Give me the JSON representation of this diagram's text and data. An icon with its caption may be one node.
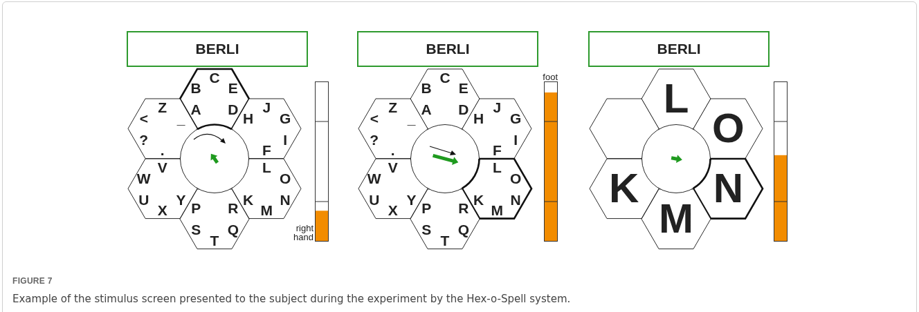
{
  "diagram": {
    "caption": "Example of the stimulus screen presented to the subject during the experiment by the Hex-o-Spell system.",
    "nodes": [
      {
        "text": [
          "BERLI"
        ]
      },
      {
        "text": [
          "A",
          "B",
          "C",
          "E",
          "D"
        ]
      },
      {
        "text": [
          "H",
          "J",
          "G",
          "I",
          "F"
        ]
      },
      {
        "text": [
          "L",
          "O",
          "N",
          "M",
          "K"
        ]
      },
      {
        "text": [
          "R",
          "Q",
          "T",
          "S",
          "P"
        ]
      },
      {
        "text": [
          "Y",
          "X",
          "U",
          "W",
          "V"
        ]
      },
      {
        "text": [
          ".",
          "?",
          "<",
          "Z",
          "_"
        ]
      },
      {
        "text": [],
        "shape": "circle"
      },
      {
        "text": [],
        "shape": "bar",
        "beside": [
          "right hand"
        ]
      },
      {
        "text": [
          "BERLI"
        ]
      },
      {
        "text": [
          "A",
          "B",
          "C",
          "E",
          "D"
        ]
      },
      {
        "text": [
          "H",
          "J",
          "G",
          "I",
          "F"
        ]
      },
      {
        "text": [
          "L",
          "O",
          "N",
          "M",
          "K"
        ]
      },
      {
        "text": [
          "R",
          "Q",
          "T",
          "S",
          "P"
        ]
      },
      {
        "text": [
          "Y",
          "X",
          "U",
          "W",
          "V"
        ]
      },
      {
        "text": [
          ".",
          "?",
          "<",
          "Z",
          "_"
        ]
      },
      {
        "text": [],
        "shape": "circle"
      },
      {
        "text": [],
        "shape": "bar",
        "beside": [
          "foot"
        ]
      },
      {
        "text": [
          "BERLI"
        ]
      },
      {
        "text": [
          "L"
        ]
      },
      {
        "text": [
          "O"
        ]
      },
      {
        "text": [
          "N"
        ]
      },
      {
        "text": [
          "M"
        ]
      },
      {
        "text": [
          "K"
        ]
      },
      {
        "text": [],
        "shape": "hexagon"
      },
      {
        "text": [],
        "shape": "circle"
      },
      {
        "text": [],
        "shape": "bar"
      }
    ],
    "labels": [
      "FIGURE 7"
    ]
  }
}
